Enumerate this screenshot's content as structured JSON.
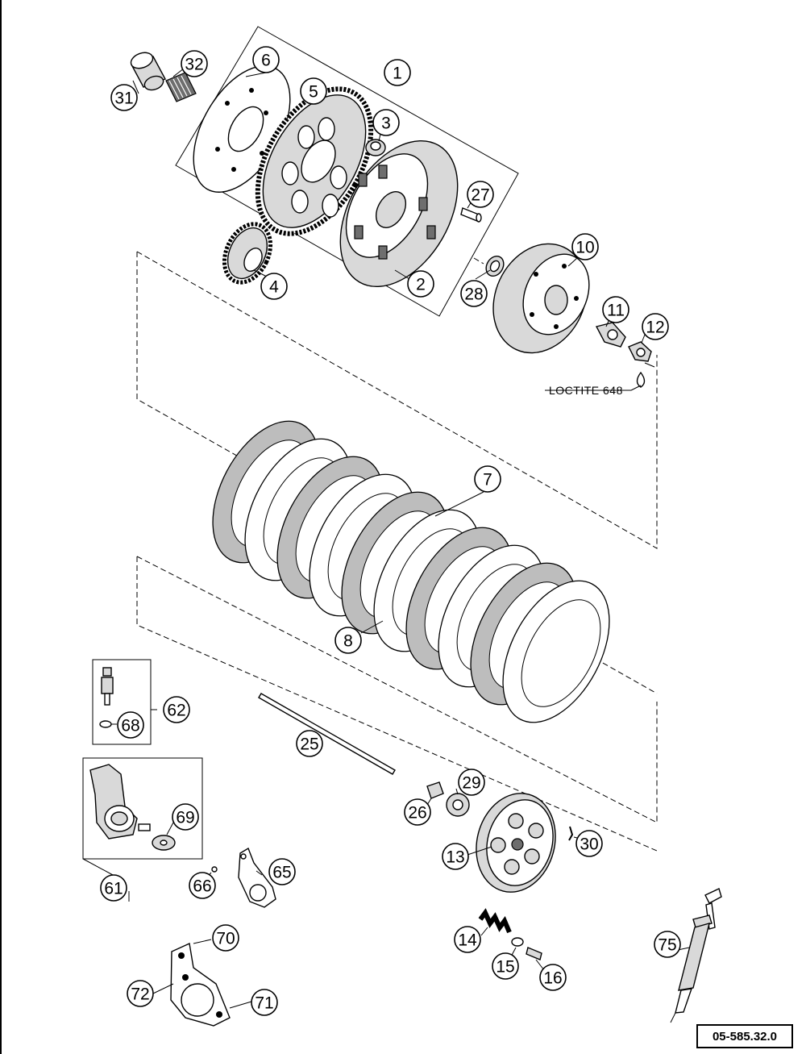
{
  "callouts": [
    {
      "id": "c1",
      "label": "1"
    },
    {
      "id": "c2",
      "label": "2"
    },
    {
      "id": "c3",
      "label": "3"
    },
    {
      "id": "c4",
      "label": "4"
    },
    {
      "id": "c5",
      "label": "5"
    },
    {
      "id": "c6",
      "label": "6"
    },
    {
      "id": "c7",
      "label": "7"
    },
    {
      "id": "c8",
      "label": "8"
    },
    {
      "id": "c10",
      "label": "10"
    },
    {
      "id": "c11",
      "label": "11"
    },
    {
      "id": "c12",
      "label": "12"
    },
    {
      "id": "c13",
      "label": "13"
    },
    {
      "id": "c14",
      "label": "14"
    },
    {
      "id": "c15",
      "label": "15"
    },
    {
      "id": "c16",
      "label": "16"
    },
    {
      "id": "c25",
      "label": "25"
    },
    {
      "id": "c26",
      "label": "26"
    },
    {
      "id": "c27",
      "label": "27"
    },
    {
      "id": "c28",
      "label": "28"
    },
    {
      "id": "c29",
      "label": "29"
    },
    {
      "id": "c30",
      "label": "30"
    },
    {
      "id": "c31",
      "label": "31"
    },
    {
      "id": "c32",
      "label": "32"
    },
    {
      "id": "c61",
      "label": "61"
    },
    {
      "id": "c62",
      "label": "62"
    },
    {
      "id": "c65",
      "label": "65"
    },
    {
      "id": "c66",
      "label": "66"
    },
    {
      "id": "c68",
      "label": "68"
    },
    {
      "id": "c69",
      "label": "69"
    },
    {
      "id": "c70",
      "label": "70"
    },
    {
      "id": "c71",
      "label": "71"
    },
    {
      "id": "c72",
      "label": "72"
    },
    {
      "id": "c75",
      "label": "75"
    }
  ],
  "note": "LOCTITE 648",
  "drawing_number": "05-585.32.0"
}
